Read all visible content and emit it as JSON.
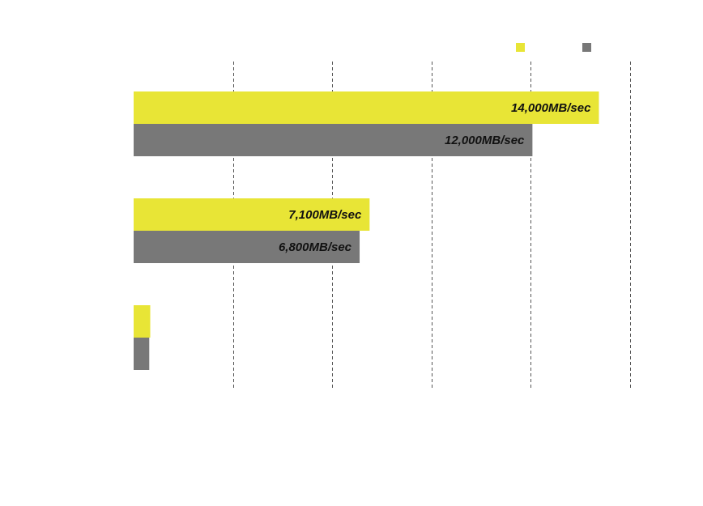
{
  "chart_data": {
    "type": "bar",
    "orientation": "horizontal",
    "categories": [
      "",
      "",
      ""
    ],
    "series": [
      {
        "color": "#e8e536",
        "values": [
          14000,
          7100,
          500
        ],
        "labels": [
          "14,000MB/sec",
          "7,100MB/sec",
          ""
        ]
      },
      {
        "color": "#787878",
        "values": [
          12000,
          6800,
          470
        ],
        "labels": [
          "12,000MB/sec",
          "6,800MB/sec",
          ""
        ]
      }
    ],
    "xlim": [
      0,
      15000
    ],
    "grid": true,
    "legend_position": "top-right"
  }
}
